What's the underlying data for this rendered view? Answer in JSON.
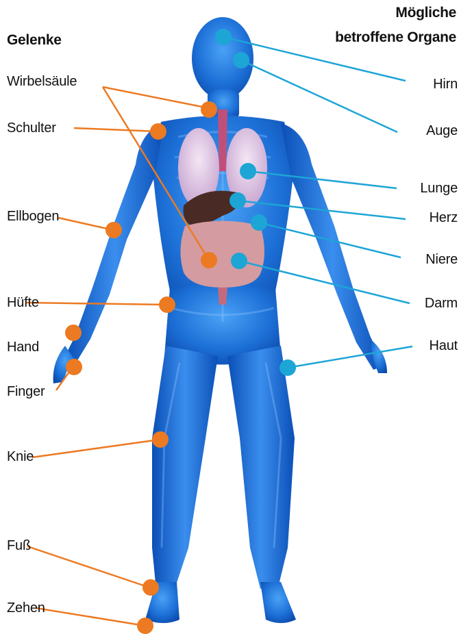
{
  "headers": {
    "joints_title": "Gelenke",
    "organs_title_line1": "Mögliche",
    "organs_title_line2": "betroffene Organe"
  },
  "joints": {
    "spine": "Wirbelsäule",
    "shoulder": "Schulter",
    "elbow": "Ellbogen",
    "hip": "Hüfte",
    "hand": "Hand",
    "finger": "Finger",
    "knee": "Knie",
    "foot": "Fuß",
    "toes": "Zehen"
  },
  "organs": {
    "brain": "Hirn",
    "eye": "Auge",
    "lung": "Lunge",
    "heart": "Herz",
    "kidney": "Niere",
    "intestine": "Darm",
    "skin": "Haut"
  },
  "colors": {
    "joint_marker": "#ec7a22",
    "organ_marker": "#1da5d6",
    "body_dark": "#0b4fb6",
    "body_light": "#3f94f0"
  }
}
